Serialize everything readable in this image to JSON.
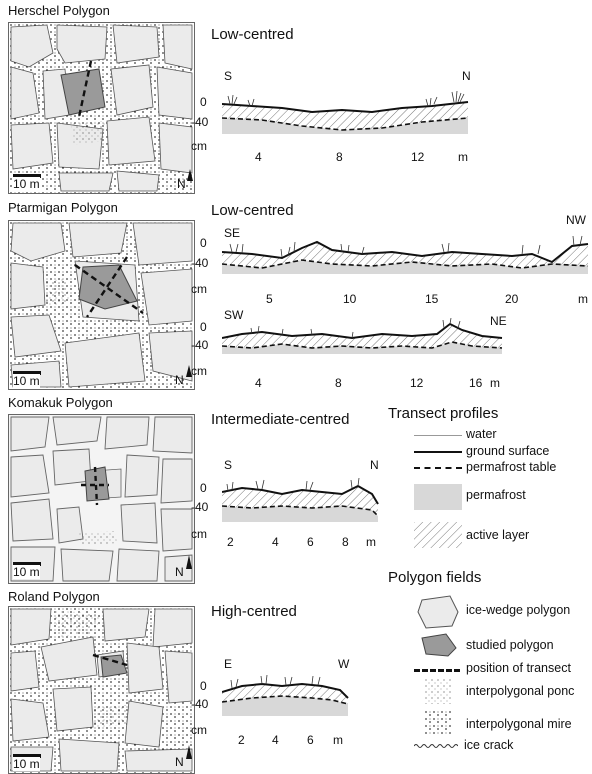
{
  "polygons": [
    {
      "name": "Herschel Polygon",
      "scale_label": "10 m",
      "north_label": "N",
      "type_label": "Low-centred",
      "transects": [
        {
          "start": "S",
          "end": "N",
          "ticks": [
            "4",
            "8",
            "12"
          ],
          "unit": "m",
          "y0": "0",
          "y40": "-40",
          "ycm": "cm"
        }
      ]
    },
    {
      "name": "Ptarmigan Polygon",
      "scale_label": "10 m",
      "north_label": "N",
      "type_label": "Low-centred",
      "transects": [
        {
          "start": "SE",
          "end": "NW",
          "ticks": [
            "5",
            "10",
            "15",
            "20"
          ],
          "unit": "m",
          "y0": "0",
          "y40": "-40",
          "ycm": "cm"
        },
        {
          "start": "SW",
          "end": "NE",
          "ticks": [
            "4",
            "8",
            "12",
            "16"
          ],
          "unit": "m",
          "y0": "0",
          "y40": "-40",
          "ycm": "cm"
        }
      ]
    },
    {
      "name": "Komakuk Polygon",
      "scale_label": "10 m",
      "north_label": "N",
      "type_label": "Intermediate-centred",
      "transects": [
        {
          "start": "S",
          "end": "N",
          "ticks": [
            "2",
            "4",
            "6",
            "8"
          ],
          "unit": "m",
          "y0": "0",
          "y40": "-40",
          "ycm": "cm"
        }
      ]
    },
    {
      "name": "Roland Polygon",
      "scale_label": "10 m",
      "north_label": "N",
      "type_label": "High-centred",
      "transects": [
        {
          "start": "E",
          "end": "W",
          "ticks": [
            "2",
            "4",
            "6"
          ],
          "unit": "m",
          "y0": "0",
          "y40": "-40",
          "ycm": "cm"
        }
      ]
    }
  ],
  "legend": {
    "transect_title": "Transect profiles",
    "transect_items": [
      "water",
      "ground surface",
      "permafrost table",
      "permafrost",
      "active layer"
    ],
    "fields_title": "Polygon fields",
    "field_items": [
      "ice-wedge polygon",
      "studied polygon",
      "position of transect",
      "interpolygonal ponc",
      "interpolygonal mire",
      "ice crack"
    ]
  },
  "colors": {
    "polygon_fill": "#ebebeb",
    "studied_fill": "#9a9a9a",
    "permafrost": "#d8d8d8",
    "line": "#111111"
  }
}
